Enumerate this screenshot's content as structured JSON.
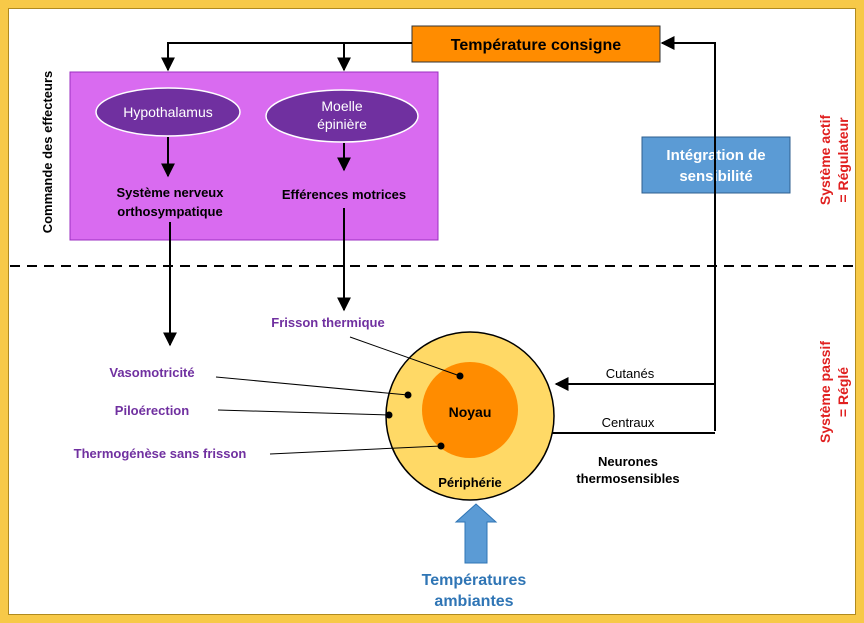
{
  "boxes": {
    "temperature_consigne": "Température consigne",
    "integration_line1": "Intégration de",
    "integration_line2": "sensibilité"
  },
  "effectors": {
    "side_label": "Commande des effecteurs",
    "hypothalamus": "Hypothalamus",
    "moelle_line1": "Moelle",
    "moelle_line2": "épinière",
    "snos_line1": "Système nerveux",
    "snos_line2": "orthosympatique",
    "efferences": "Efférences motrices"
  },
  "effects": {
    "frisson": "Frisson thermique",
    "vasomotricite": "Vasomotricité",
    "piloerection": "Piloérection",
    "thermogenese": "Thermogénèse sans frisson"
  },
  "body": {
    "noyau": "Noyau",
    "peripherie": "Périphérie"
  },
  "sensors": {
    "cutanes": "Cutanés",
    "centraux": "Centraux",
    "neurones_line1": "Neurones",
    "neurones_line2": "thermosensibles"
  },
  "ambient": {
    "line1": "Températures",
    "line2": "ambiantes"
  },
  "systems": {
    "actif_line1": "Système actif",
    "actif_line2": "= Régulateur",
    "passif_line1": "Système passif",
    "passif_line2": "= Réglé"
  },
  "colors": {
    "frame": "#f7c948",
    "orange_box": "#ff8c00",
    "blue_box": "#5b9bd5",
    "magenta_panel": "#d96bf0",
    "ellipse": "#7030a0",
    "core": "#ff8c00",
    "periphery": "#ffd966",
    "effect_text": "#7030a0",
    "system_text": "#e02020",
    "ambient_text": "#2f75b5"
  }
}
